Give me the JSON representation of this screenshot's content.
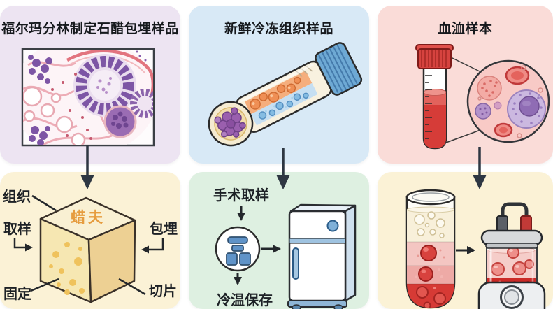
{
  "figure": {
    "columns": [
      {
        "id": "ffpe",
        "title": "福尔玛分林制定石醋包埋样品"
      },
      {
        "id": "frozen",
        "title": "新鲜冷冻组织样品"
      },
      {
        "id": "blood",
        "title": "血洫样本"
      }
    ]
  },
  "paraffin": {
    "wax_label": "蜡夫",
    "tissue": "组织",
    "sampling": "取样",
    "fixing": "固定",
    "embedding": "包埋",
    "sectioning": "切片"
  },
  "frozen_flow": {
    "step_top": "手术取样",
    "step_bottom": "冷温保存"
  },
  "colors": {
    "panel_ffpe": "#ede4f2",
    "panel_frozen": "#d8e9f6",
    "panel_blood": "#fadcd8",
    "panel_paraffin": "#fbf2d6",
    "panel_frozen_flow": "#def0e1",
    "panel_blood_flow": "#fbf2d6",
    "arrow": "#2e3742",
    "wax_text": "#e69c3f",
    "blood_red": "#d63c38",
    "cap_blue": "#6ea9d4",
    "cap_red": "#d6433f"
  }
}
